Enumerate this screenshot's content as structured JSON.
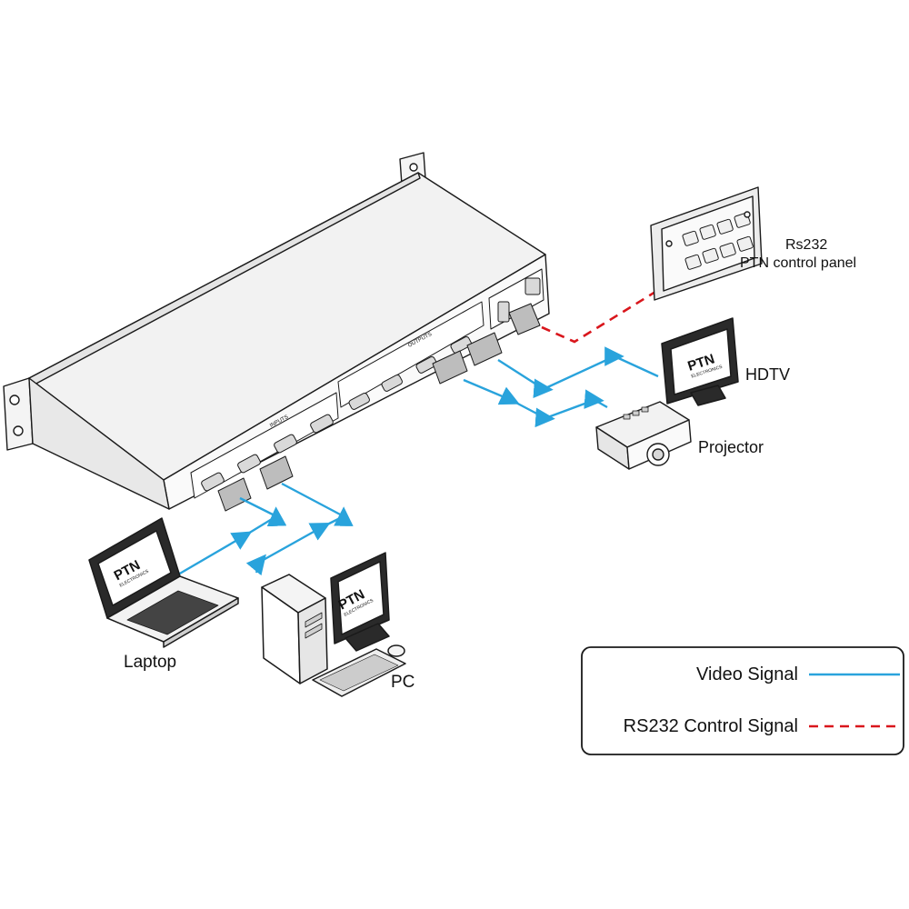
{
  "devices": {
    "matrix": {
      "inputs_label": "INPUTS",
      "outputs_label": "OUTPUTS"
    },
    "control_panel": {
      "line1": "Rs232",
      "line2": "PTN control panel"
    },
    "hdtv": {
      "label": "HDTV",
      "brand": "PTN",
      "brand_sub": "ELECTRONICS"
    },
    "projector": {
      "label": "Projector"
    },
    "laptop": {
      "label": "Laptop",
      "brand": "PTN",
      "brand_sub": "ELECTRONICS"
    },
    "pc": {
      "label": "PC",
      "brand": "PTN",
      "brand_sub": "ELECTRONICS"
    }
  },
  "legend": {
    "video_label": "Video Signal",
    "rs232_label": "RS232 Control Signal"
  },
  "colors": {
    "video": "#29a3dc",
    "rs232": "#d9161c",
    "outline": "#1a1a1a"
  }
}
